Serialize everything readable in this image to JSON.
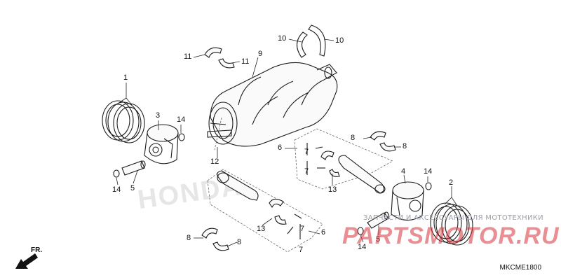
{
  "diagram": {
    "callouts": [
      "1",
      "2",
      "3",
      "4",
      "5",
      "5",
      "6",
      "6",
      "7",
      "7",
      "7",
      "7",
      "8",
      "8",
      "8",
      "8",
      "9",
      "10",
      "10",
      "11",
      "11",
      "12",
      "13",
      "13",
      "14",
      "14",
      "14",
      "14"
    ],
    "drawing_code": "MKCME1800",
    "direction_label": "FR."
  },
  "watermark": {
    "tagline": "ЗАПЧАСТИ И АКСЕССУАРЫ ДЛЯ МОТОТЕХНИКИ",
    "brand": "PARTSMOTOR.RU",
    "background_mark": "HONDA"
  },
  "colors": {
    "line": "#1c1c1c",
    "watermark_red": "#d8343b",
    "watermark_gray": "#9aa0aa"
  }
}
